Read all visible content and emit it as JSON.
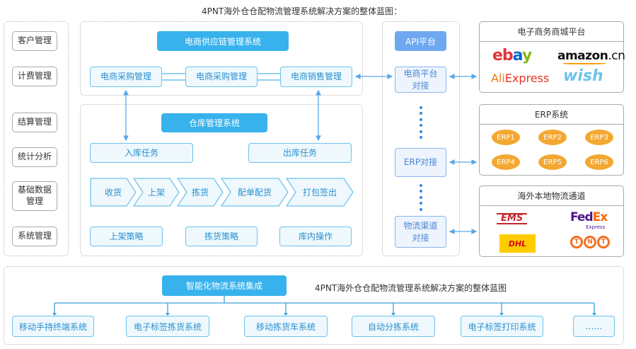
{
  "title": "4PNT海外仓仓配物流管理系统解决方案的整体蓝图：",
  "left_menu": [
    "客户管理",
    "计费管理",
    "结算管理",
    "统计分析",
    "基础数据管理",
    "系统管理"
  ],
  "supply_chain": {
    "header": "电商供应链管理系统",
    "items": [
      "电商采购管理",
      "电商采购管理",
      "电商销售管理"
    ]
  },
  "warehouse": {
    "header": "仓库管理系统",
    "tasks": [
      "入库任务",
      "出库任务"
    ],
    "flow": [
      "收货",
      "上架",
      "拣货",
      "配单配货",
      "打包签出"
    ],
    "strategies": [
      "上架策略",
      "拣货策略",
      "库内操作"
    ]
  },
  "api": {
    "header": "API平台",
    "items": [
      "电商平台对接",
      "ERP对接",
      "物流渠道对接"
    ]
  },
  "ecommerce": {
    "header": "电子商务商城平台",
    "logos": [
      "ebay",
      "amazon.cn",
      "AliExpress",
      "wish"
    ]
  },
  "erp": {
    "header": "ERP系统",
    "items": [
      "ERP1",
      "ERP2",
      "ERP3",
      "ERP4",
      "ERP5",
      "ERP6"
    ]
  },
  "logistics": {
    "header": "海外本地物流通道",
    "logos": [
      "EMS",
      "FedEx",
      "Express",
      "DHL",
      "TNT"
    ]
  },
  "integration": {
    "header": "智能化物流系统集成",
    "caption": "4PNT海外仓仓配物流管理系统解决方案的整体蓝图",
    "items": [
      "移动手持终端系统",
      "电子标签拣货系统",
      "移动拣货车系统",
      "自动分拣系统",
      "电子标签打印系统",
      "……"
    ]
  },
  "colors": {
    "primary": "#38b2ec",
    "api": "#6fa8f0",
    "erp": "#f3a832"
  }
}
